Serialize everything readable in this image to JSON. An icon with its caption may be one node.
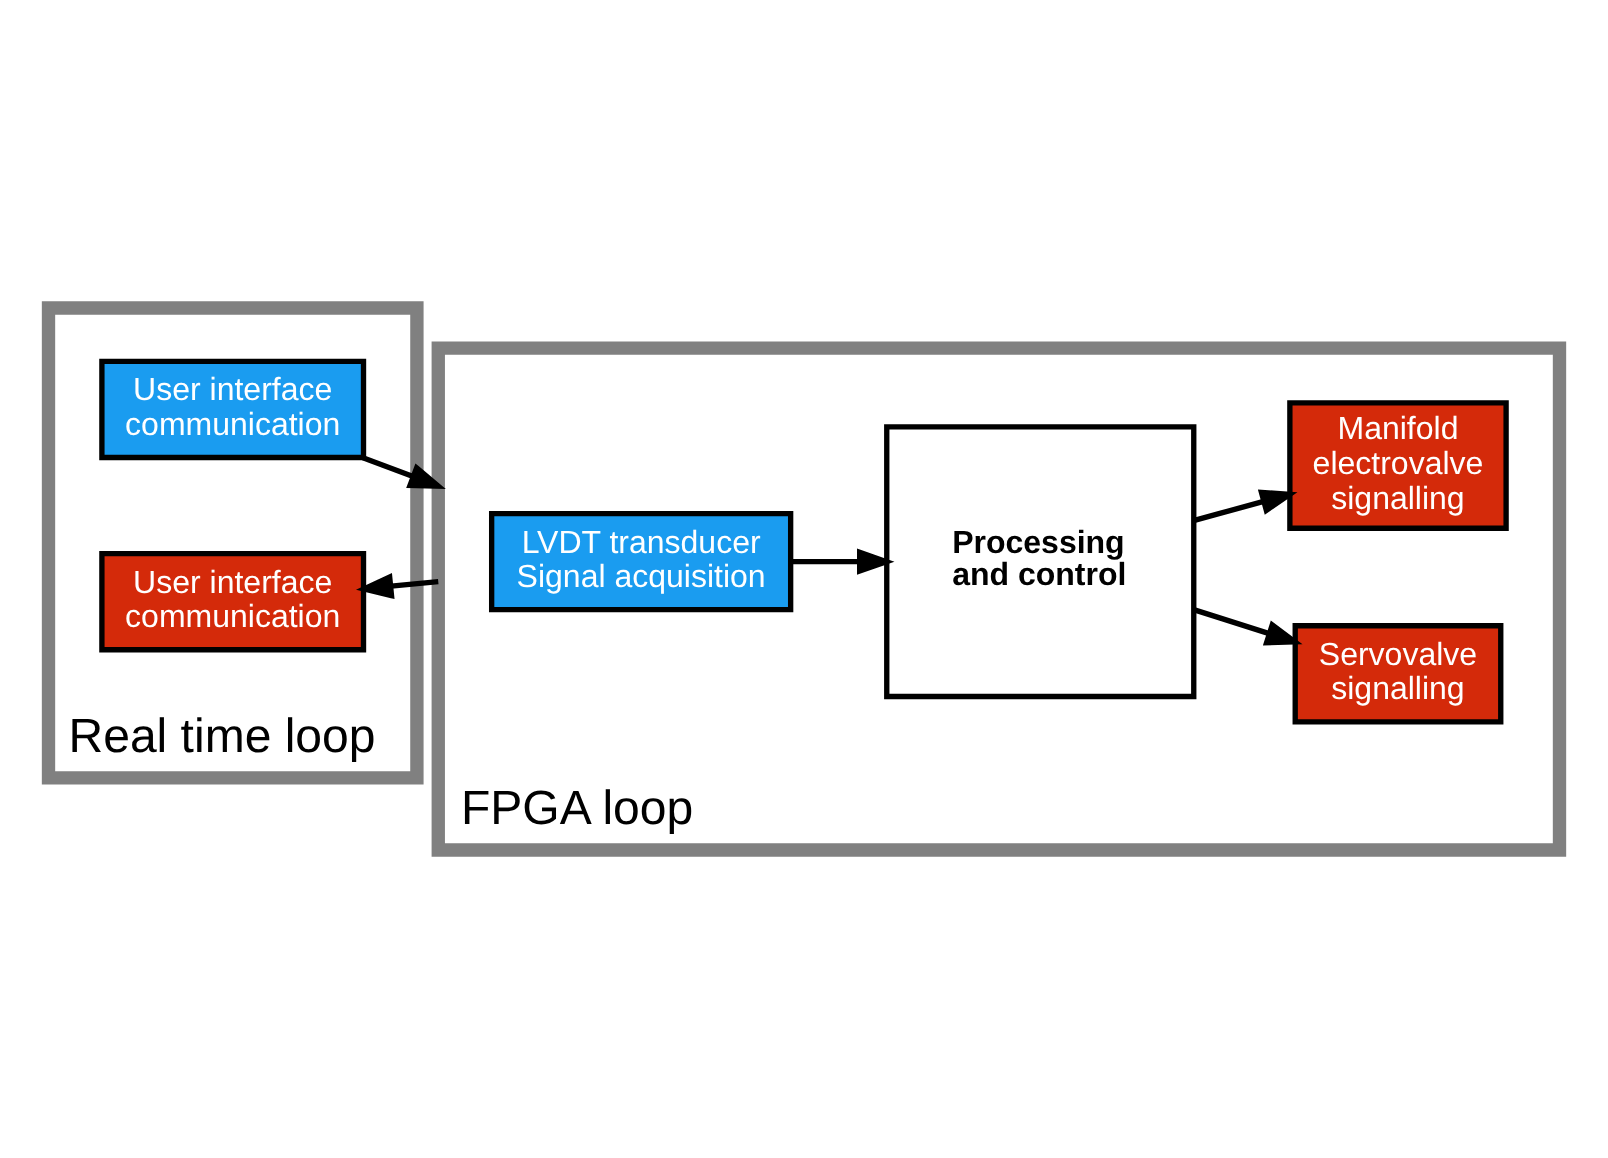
{
  "diagram": {
    "nodes": [
      {
        "text": [
          "Real time loop"
        ]
      },
      {
        "text": [
          "User interface communication"
        ],
        "in": 0
      },
      {
        "text": [
          "User interface communication"
        ],
        "in": 0
      },
      {
        "text": [
          "FPGA loop"
        ]
      },
      {
        "text": [
          "LVDT transducer Signal acquisition"
        ],
        "in": 3
      },
      {
        "text": [
          "Processing and control"
        ],
        "in": 3
      },
      {
        "text": [
          "Servovalve signalling"
        ],
        "in": 3
      },
      {
        "text": [
          "Manifold electrovalve signalling"
        ],
        "in": 3
      }
    ],
    "edges": [
      {
        "from": 1,
        "to": 3,
        "arrow": "to"
      },
      {
        "from": 4,
        "to": 5,
        "arrow": "to"
      },
      {
        "from": 5,
        "to": 6,
        "arrow": "to"
      },
      {
        "from": 5,
        "to": 7,
        "arrow": "to"
      },
      {
        "from": 3,
        "to": 2,
        "arrow": "to"
      }
    ]
  }
}
